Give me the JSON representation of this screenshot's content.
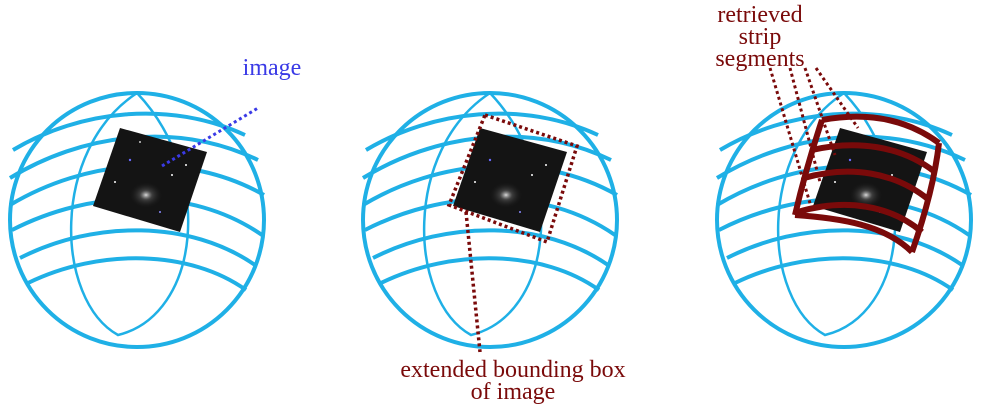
{
  "diagram": {
    "panels": [
      {
        "id": "image",
        "label_lines": [
          "image"
        ]
      },
      {
        "id": "bounding-box",
        "label_lines": [
          "extended bounding box",
          "of image"
        ]
      },
      {
        "id": "strip-segments",
        "label_lines": [
          "retrieved",
          "strip",
          "segments"
        ]
      }
    ]
  },
  "colors": {
    "sphere": "#1fb0e6",
    "image_label": "#3a3ae6",
    "annotation": "#7a0a0a",
    "image_fill": "#141414"
  }
}
